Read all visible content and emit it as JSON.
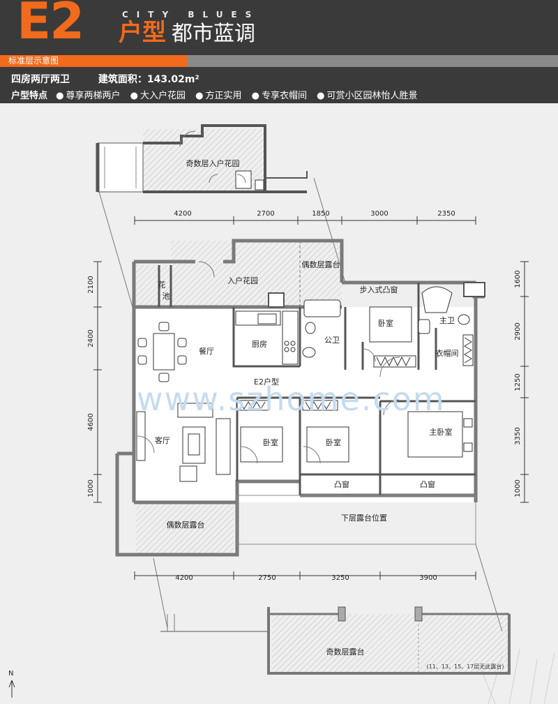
{
  "header": {
    "model_code": "E2",
    "brand_en": "CITY BLUES",
    "unit_type_label": "户型",
    "brand_cn": "都市蓝调",
    "subtitle": "标准层示意图",
    "layout_text": "四房两厅两卫",
    "area_label": "建筑面积：",
    "area_value": "143.02m²",
    "features_label": "户型特点",
    "features": [
      "尊享两梯两户",
      "大入户花园",
      "方正实用",
      "专享衣帽间",
      "可赏小区园林怡人胜景"
    ]
  },
  "rooms": {
    "odd_garden": "奇数层入户花园",
    "flower_bed": "花池",
    "entry_garden": "入户花园",
    "even_terrace_top": "偶数层露台",
    "walkin_bay": "步入式凸窗",
    "bedroom_ne": "卧室",
    "master_bath": "主卫",
    "cloakroom": "衣帽间",
    "dining": "餐厅",
    "kitchen": "厨房",
    "public_bath": "公卫",
    "unit_label": "E2户型",
    "living": "客厅",
    "bedroom_2": "卧室",
    "bedroom_3": "卧室",
    "master_bedroom": "主卧室",
    "bay_window_1": "凸窗",
    "bay_window_2": "凸窗",
    "even_terrace_bottom": "偶数层露台",
    "lower_terrace": "下层露台位置",
    "odd_terrace": "奇数层露台",
    "odd_terrace_note": "(11、13、15、17层无此露台)"
  },
  "dimensions": {
    "top": [
      "4200",
      "2700",
      "1850",
      "3000",
      "2350"
    ],
    "bottom": [
      "4200",
      "2750",
      "3250",
      "3900"
    ],
    "left": [
      "2100",
      "2400",
      "4600",
      "1000"
    ],
    "right": [
      "1600",
      "2900",
      "1250",
      "3350",
      "1000"
    ]
  },
  "watermark": "www.szhome.com",
  "north_label": "N"
}
